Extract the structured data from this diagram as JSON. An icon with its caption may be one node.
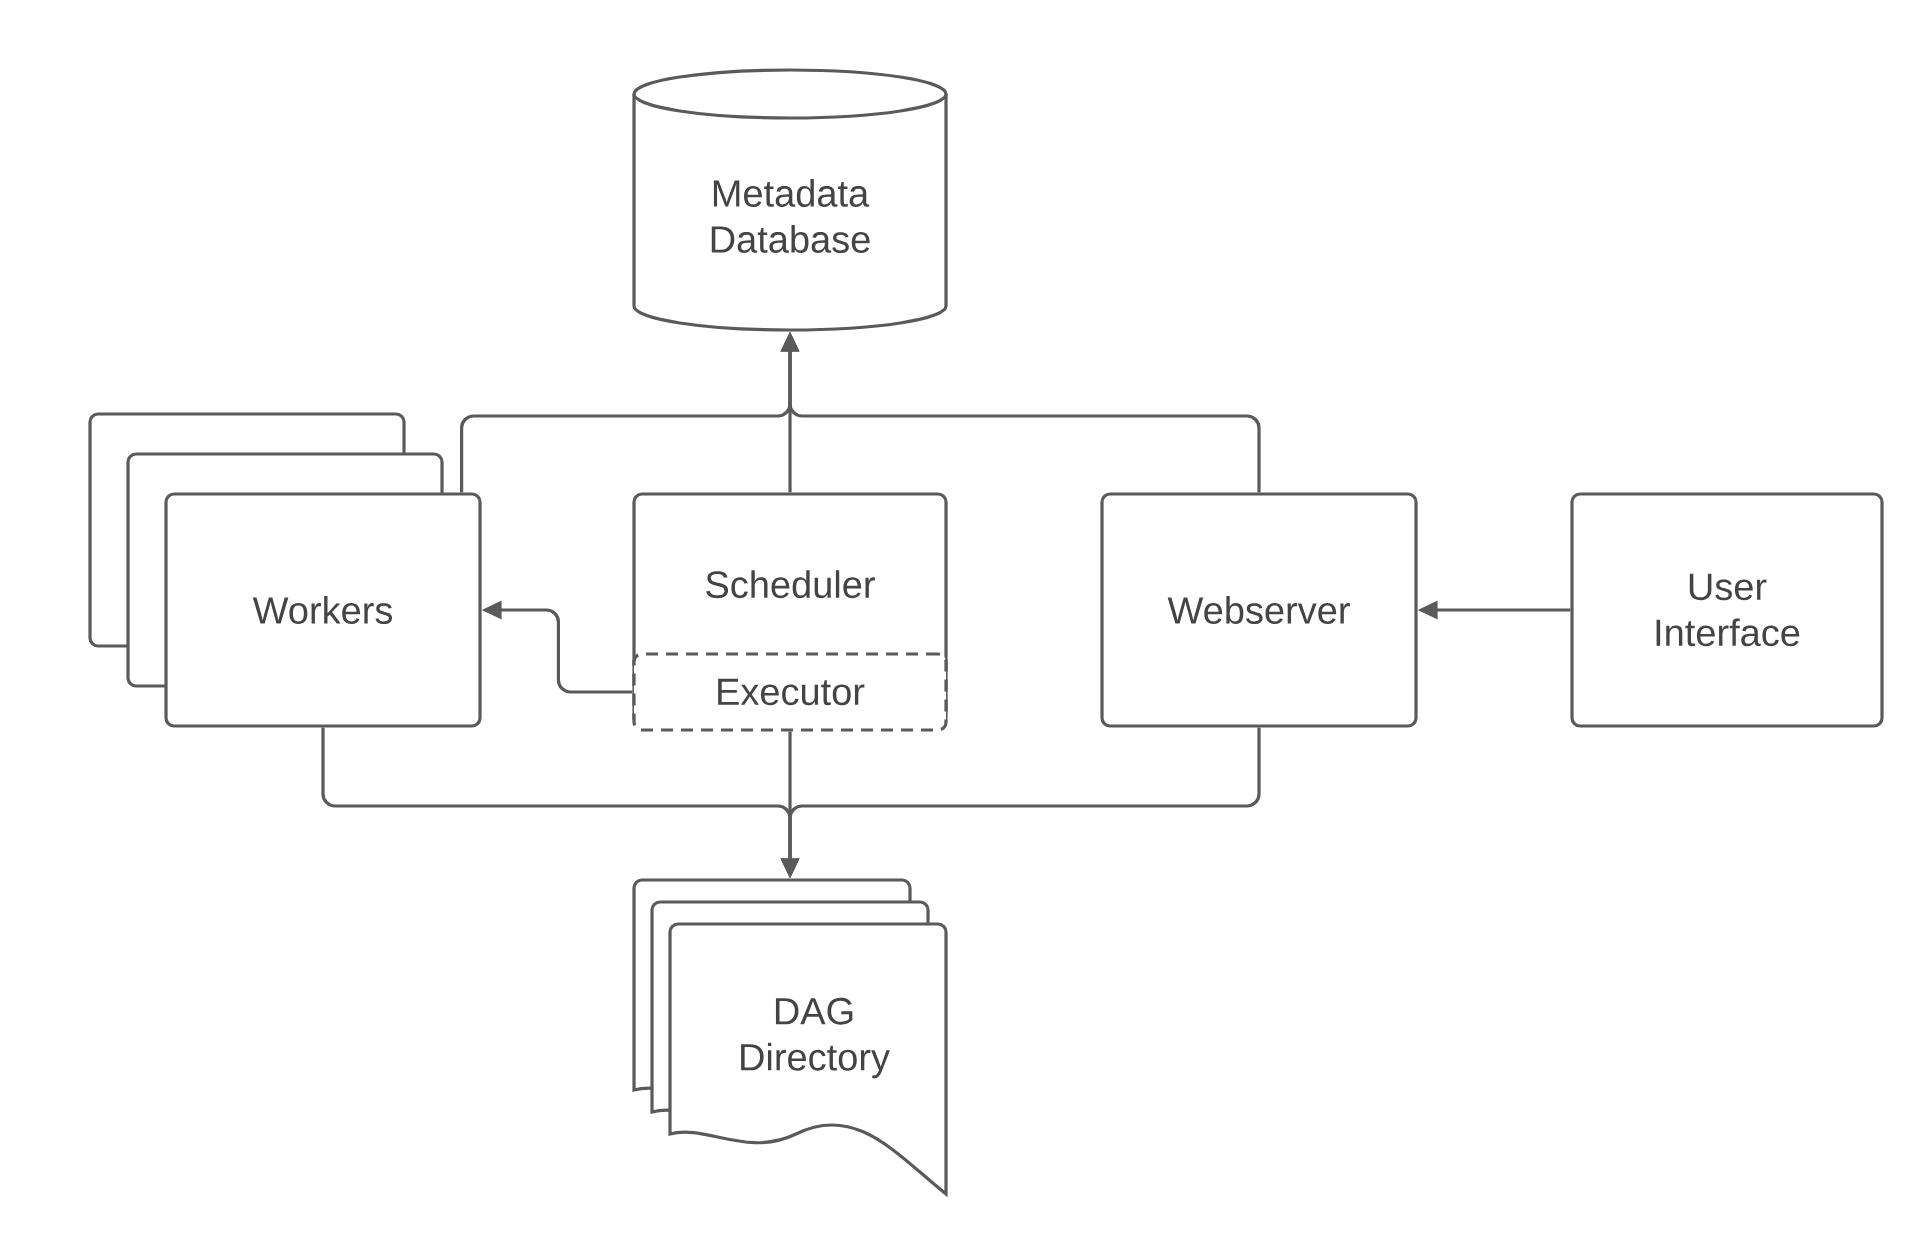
{
  "diagram": {
    "nodes": [
      {
        "text": [
          "Metadata Database"
        ]
      },
      {
        "text": [
          "Workers"
        ]
      },
      {
        "text": [
          "Scheduler"
        ]
      },
      {
        "text": [
          "Executor"
        ],
        "in": 2
      },
      {
        "text": [
          "Webserver"
        ]
      },
      {
        "text": [
          "User Interface"
        ]
      },
      {
        "text": [
          "DAG Directory"
        ]
      }
    ],
    "edges": [
      {
        "from": 2,
        "to": 0,
        "arrow": "to"
      },
      {
        "from": 1,
        "to": 0,
        "arrow": "to"
      },
      {
        "from": 4,
        "to": 0,
        "arrow": "to"
      },
      {
        "from": 3,
        "to": 1,
        "arrow": "to"
      },
      {
        "from": 5,
        "to": 4,
        "arrow": "to"
      },
      {
        "from": 3,
        "to": 6,
        "arrow": "to"
      },
      {
        "from": 1,
        "to": 6,
        "arrow": "to"
      },
      {
        "from": 4,
        "to": 6,
        "arrow": "to"
      }
    ]
  }
}
